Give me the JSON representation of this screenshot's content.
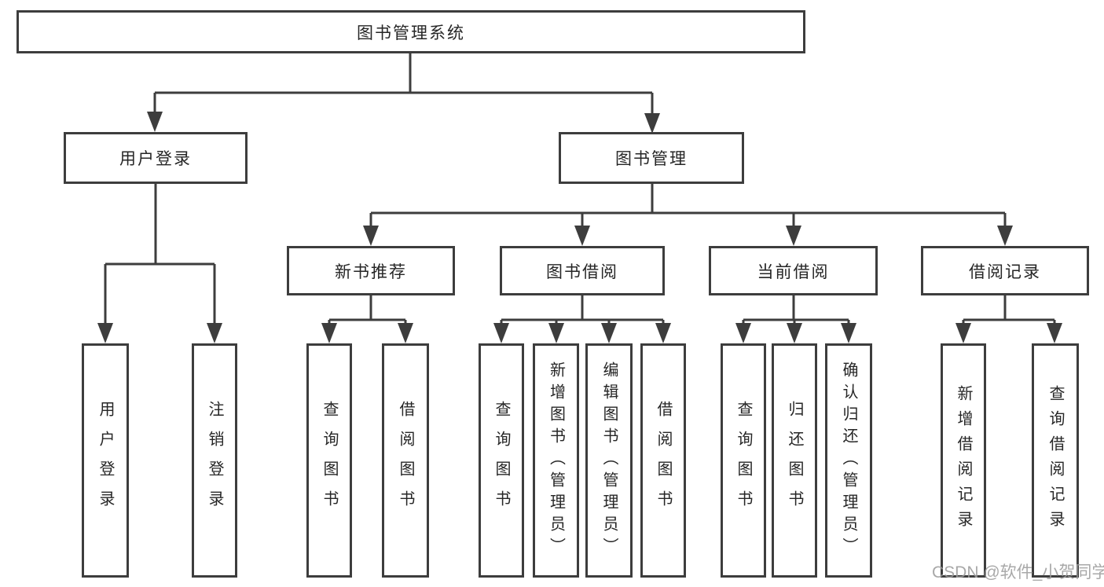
{
  "tree": {
    "root": {
      "label": "图书管理系统",
      "children": [
        {
          "label": "用户登录",
          "children": [
            {
              "label": "用户登录"
            },
            {
              "label": "注销登录"
            }
          ]
        },
        {
          "label": "图书管理",
          "children": [
            {
              "label": "新书推荐",
              "children": [
                {
                  "label": "查询图书"
                },
                {
                  "label": "借阅图书"
                }
              ]
            },
            {
              "label": "图书借阅",
              "children": [
                {
                  "label": "查询图书"
                },
                {
                  "label": "新增图书（管理员）"
                },
                {
                  "label": "编辑图书（管理员）"
                },
                {
                  "label": "借阅图书"
                }
              ]
            },
            {
              "label": "当前借阅",
              "children": [
                {
                  "label": "查询图书"
                },
                {
                  "label": "归还图书"
                },
                {
                  "label": "确认归还（管理员）"
                }
              ]
            },
            {
              "label": "借阅记录",
              "children": [
                {
                  "label": "新增借阅记录"
                },
                {
                  "label": "查询借阅记录"
                }
              ]
            }
          ]
        }
      ]
    }
  },
  "watermark": {
    "text": "CSDN @软件_小贺同学"
  },
  "colors": {
    "line": "#3d3d3d",
    "box_border": "#3d3d3d",
    "box_background": "#ffffff",
    "text": "#262626",
    "watermark": "#9d9d9d",
    "page_background": "#ffffff"
  }
}
